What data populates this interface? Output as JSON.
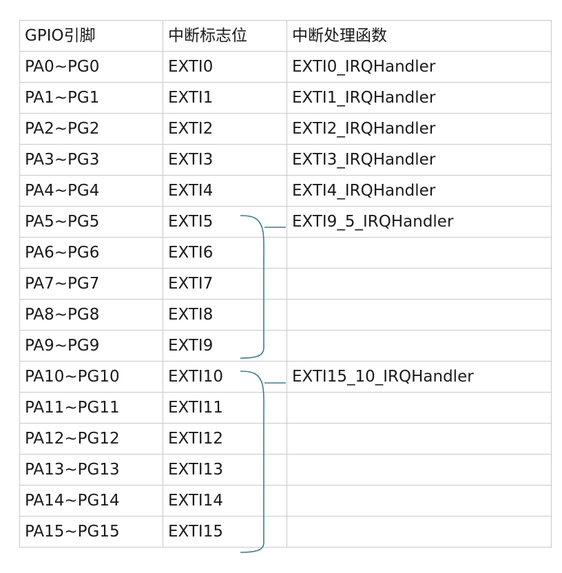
{
  "columns": [
    "GPIO引脚",
    "中断标志位",
    "中断处理函数"
  ],
  "rows": [
    [
      "PA0~PG0",
      "EXTI0",
      "EXTI0_IRQHandler"
    ],
    [
      "PA1~PG1",
      "EXTI1",
      "EXTI1_IRQHandler"
    ],
    [
      "PA2~PG2",
      "EXTI2",
      "EXTI2_IRQHandler"
    ],
    [
      "PA3~PG3",
      "EXTI3",
      "EXTI3_IRQHandler"
    ],
    [
      "PA4~PG4",
      "EXTI4",
      "EXTI4_IRQHandler"
    ],
    [
      "PA5~PG5",
      "EXTI5",
      "EXTI9_5_IRQHandler"
    ],
    [
      "PA6~PG6",
      "EXTI6",
      ""
    ],
    [
      "PA7~PG7",
      "EXTI7",
      ""
    ],
    [
      "PA8~PG8",
      "EXTI8",
      ""
    ],
    [
      "PA9~PG9",
      "EXTI9",
      ""
    ],
    [
      "PA10~PG10",
      "EXTI10",
      "EXTI15_10_IRQHandler"
    ],
    [
      "PA11~PG11",
      "EXTI11",
      ""
    ],
    [
      "PA12~PG12",
      "EXTI12",
      ""
    ],
    [
      "PA13~PG13",
      "EXTI13",
      ""
    ],
    [
      "PA14~PG14",
      "EXTI14",
      ""
    ],
    [
      "PA15~PG15",
      "EXTI15",
      ""
    ]
  ],
  "colors": {
    "bracket": "#3a7d8c",
    "border": "#c8c8c8",
    "text": "#1a1a1a"
  }
}
